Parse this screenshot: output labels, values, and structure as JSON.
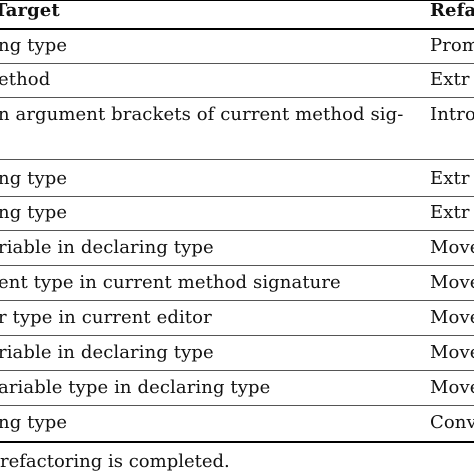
{
  "table": {
    "header": {
      "target": "Target",
      "refactoring": "Refa"
    },
    "rows": [
      {
        "target": "ng type",
        "refactoring": "Prom"
      },
      {
        "target": "ethod",
        "refactoring": "Extr"
      },
      {
        "target": "n argument brackets of current method sig-",
        "target_cont": "",
        "refactoring": "Intro"
      },
      {
        "target": "ng type",
        "refactoring": "Extr"
      },
      {
        "target": "ng type",
        "refactoring": "Extr"
      },
      {
        "target": "riable in declaring type",
        "refactoring": "Move"
      },
      {
        "target": "ent type in current method signature",
        "refactoring": "Move"
      },
      {
        "target": "r type in current editor",
        "refactoring": "Move"
      },
      {
        "target": "riable in declaring type",
        "refactoring": "Move"
      },
      {
        "target": "ariable type in declaring type",
        "refactoring": "Move"
      },
      {
        "target": "ng type",
        "refactoring": "Conv"
      }
    ]
  },
  "footnote": "refactoring is completed."
}
